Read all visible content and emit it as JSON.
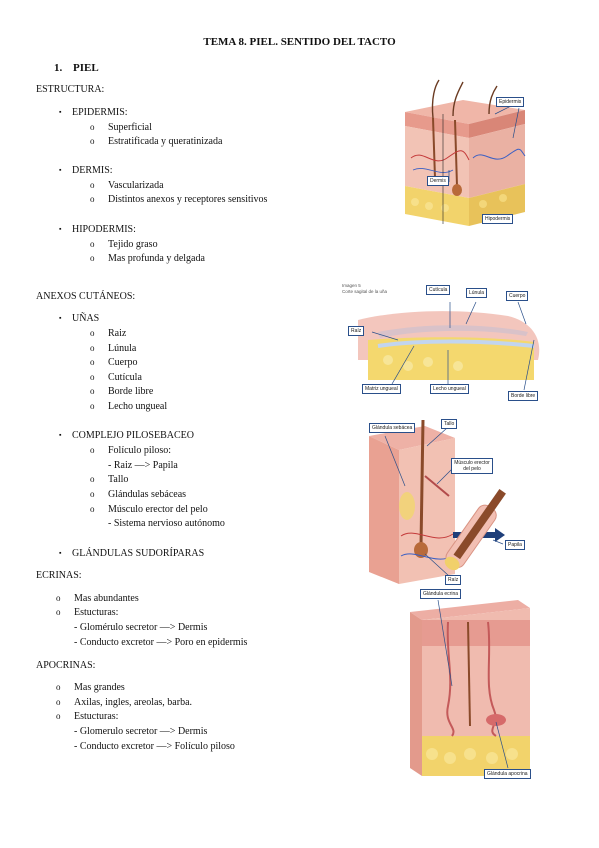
{
  "title": "TEMA 8. PIEL. SENTIDO DEL TACTO",
  "section1": {
    "number": "1.",
    "label": "PIEL"
  },
  "estructura": {
    "heading": "ESTRUCTURA:",
    "items": [
      {
        "label": "EPIDERMIS:",
        "subs": [
          "Superficial",
          "Estratificada y queratinizada"
        ]
      },
      {
        "label": "DERMIS:",
        "subs": [
          "Vascularizada",
          "Distintos anexos y receptores sensitivos"
        ]
      },
      {
        "label": "HIPODERMIS:",
        "subs": [
          "Tejido graso",
          "Mas profunda y delgada"
        ]
      }
    ]
  },
  "anexos": {
    "heading": "ANEXOS CUTÁNEOS:",
    "unas": {
      "label": "UÑAS",
      "subs": [
        "Raiz",
        "Lúnula",
        "Cuerpo",
        "Cutícula",
        "Borde libre",
        "Lecho ungueal"
      ]
    },
    "pilo": {
      "label": "COMPLEJO PILOSEBACEO",
      "subs": [
        "Folículo piloso:",
        "Tallo",
        "Glándulas sebáceas",
        "Músculo erector del pelo"
      ],
      "foliculo_detail": "- Raiz —> Papila",
      "erector_detail": "- Sistema nervioso autónomo"
    },
    "sudoriparas": {
      "label": "GLÁNDULAS SUDORÍPARAS"
    }
  },
  "ecrinas": {
    "heading": "ECRINAS:",
    "subs": [
      "Mas abundantes",
      "Estucturas:"
    ],
    "details": [
      "- Glomérulo secretor —> Dermis",
      "- Conducto excretor —> Poro en epidermis"
    ]
  },
  "apocrinas": {
    "heading": "APOCRINAS:",
    "subs": [
      "Mas grandes",
      "Axilas, ingles, areolas, barba.",
      "Estucturas:"
    ],
    "details": [
      "- Glomerulo secretor —> Dermis",
      "- Conducto excretor —> Folículo piloso"
    ]
  },
  "figures": {
    "skin": {
      "epidermis": "Epidermis",
      "dermis": "Dermis",
      "hipodermis": "Hipodermis"
    },
    "nail": {
      "caption1": "Imagen 5",
      "caption2": "Corte sagital de la uña",
      "cuticula": "Cutícula",
      "lunula": "Lúnula",
      "cuerpo": "Cuerpo",
      "raiz": "Raíz",
      "matriz": "Matriz ungueal",
      "lecho": "Lecho ungueal",
      "borde": "Borde libre"
    },
    "hair": {
      "glandula": "Glándula sebácea",
      "tallo": "Tallo",
      "musculo": "Músculo erector del pelo",
      "papila": "Papila",
      "raiz": "Raíz"
    },
    "sweat": {
      "ecrina": "Glándula ecrina",
      "apocrina": "Glándula apocrina"
    }
  },
  "bullet_square": "▪",
  "bullet_circle": "o",
  "colors": {
    "callout_border": "#2a4f8a",
    "skin_pink": "#e8a3a0",
    "fat_yellow": "#f2d36b"
  }
}
